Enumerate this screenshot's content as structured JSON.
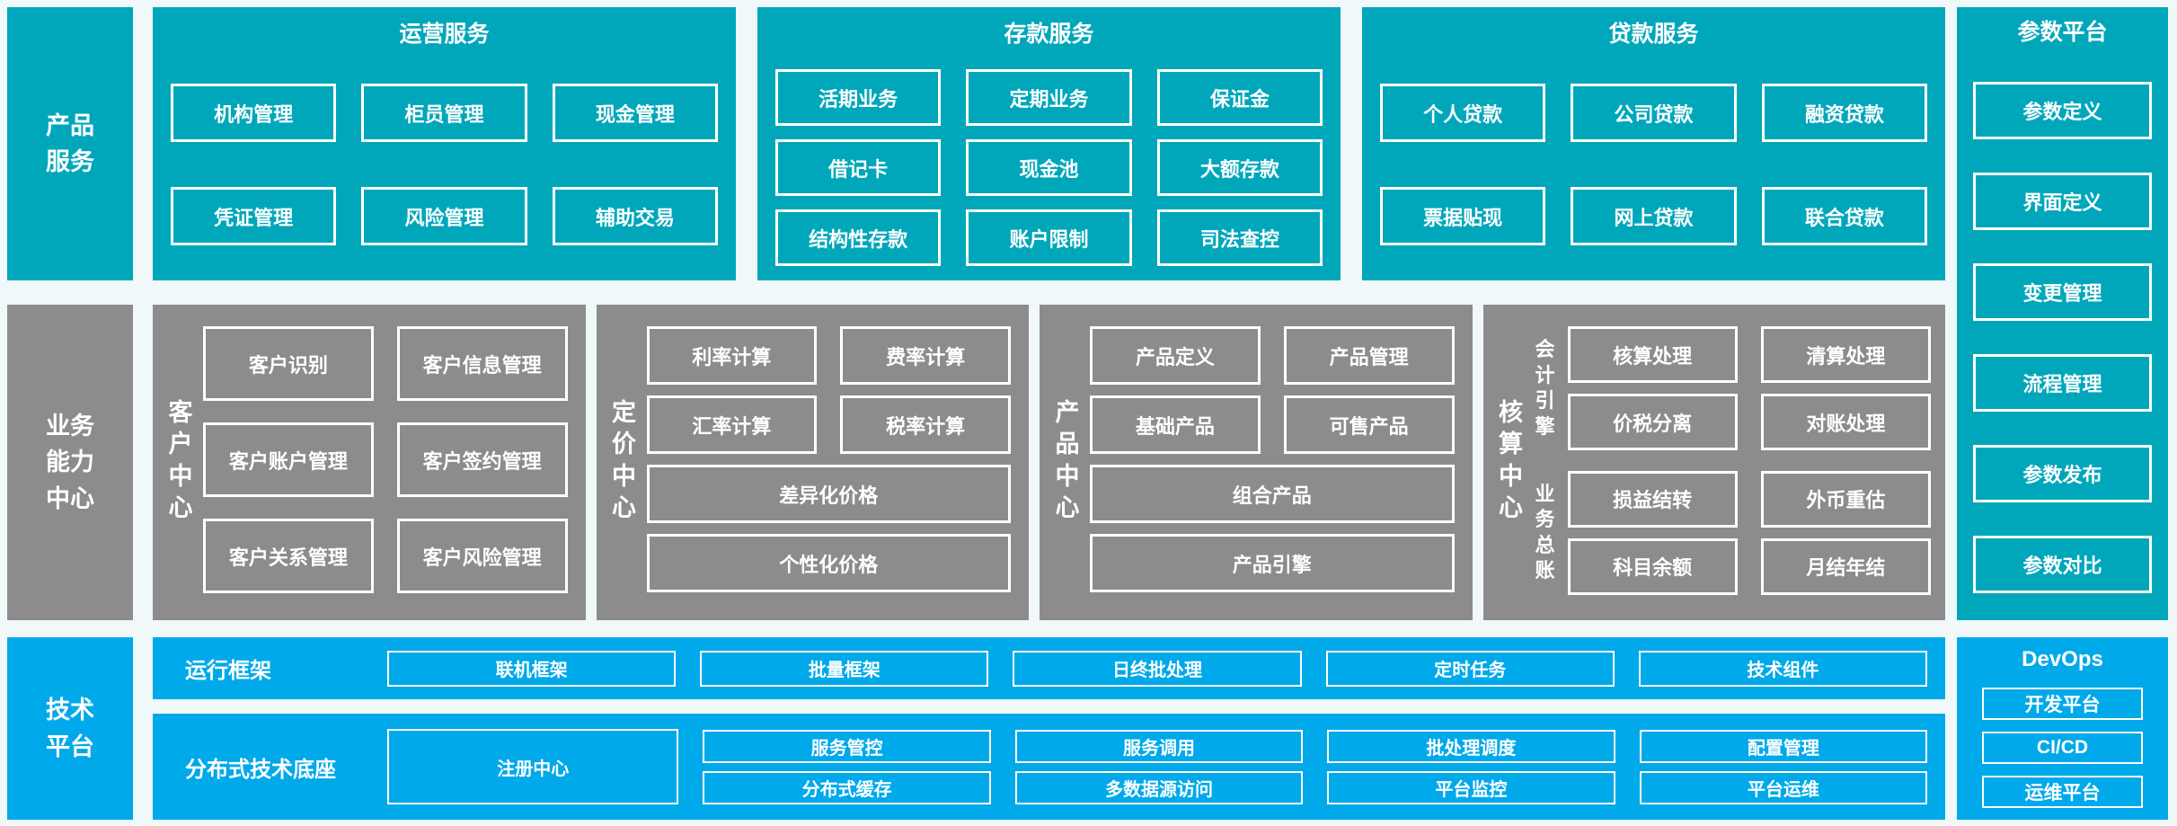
{
  "colors": {
    "teal": "#00A7BA",
    "gray": "#8C8C8C",
    "blue": "#00A9E9",
    "background": "#F0F8FA",
    "box_border": "#FFFFFF",
    "text": "#FFFFFF"
  },
  "top": {
    "sidebar_label": "产品服务",
    "sections": [
      {
        "title": "运营服务",
        "boxes": [
          "机构管理",
          "柜员管理",
          "现金管理",
          "凭证管理",
          "风险管理",
          "辅助交易"
        ]
      },
      {
        "title": "存款服务",
        "boxes": [
          "活期业务",
          "定期业务",
          "保证金",
          "借记卡",
          "现金池",
          "大额存款",
          "结构性存款",
          "账户限制",
          "司法查控"
        ]
      },
      {
        "title": "贷款服务",
        "boxes": [
          "个人贷款",
          "公司贷款",
          "融资贷款",
          "票据贴现",
          "网上贷款",
          "联合贷款"
        ]
      }
    ]
  },
  "middle": {
    "sidebar_label": "业务能力中心",
    "panels": [
      {
        "label": "客户中心",
        "boxes": [
          "客户识别",
          "客户信息管理",
          "客户账户管理",
          "客户签约管理",
          "客户关系管理",
          "客户风险管理"
        ]
      },
      {
        "label": "定价中心",
        "boxes": [
          "利率计算",
          "费率计算",
          "汇率计算",
          "税率计算"
        ],
        "wide_boxes": [
          "差异化价格",
          "个性化价格"
        ]
      },
      {
        "label": "产品中心",
        "boxes": [
          "产品定义",
          "产品管理",
          "基础产品",
          "可售产品"
        ],
        "wide_boxes": [
          "组合产品",
          "产品引擎"
        ]
      },
      {
        "label": "核算中心",
        "groups": [
          {
            "label": "会计引擎",
            "boxes": [
              "核算处理",
              "清算处理",
              "价税分离",
              "对账处理"
            ]
          },
          {
            "label": "业务总账",
            "boxes": [
              "损益结转",
              "外币重估",
              "科目余额",
              "月结年结"
            ]
          }
        ]
      }
    ]
  },
  "bottom": {
    "sidebar_label": "技术平台",
    "runtime": {
      "label": "运行框架",
      "boxes": [
        "联机框架",
        "批量框架",
        "日终批处理",
        "定时任务",
        "技术组件"
      ]
    },
    "distributed": {
      "label": "分布式技术底座",
      "registry": "注册中心",
      "columns": [
        [
          "服务管控",
          "分布式缓存"
        ],
        [
          "服务调用",
          "多数据源访问"
        ],
        [
          "批处理调度",
          "平台监控"
        ],
        [
          "配置管理",
          "平台运维"
        ]
      ]
    }
  },
  "right": {
    "params": {
      "title": "参数平台",
      "boxes": [
        "参数定义",
        "界面定义",
        "变更管理",
        "流程管理",
        "参数发布",
        "参数对比"
      ]
    },
    "devops": {
      "title": "DevOps",
      "boxes": [
        "开发平台",
        "CI/CD",
        "运维平台"
      ]
    }
  }
}
